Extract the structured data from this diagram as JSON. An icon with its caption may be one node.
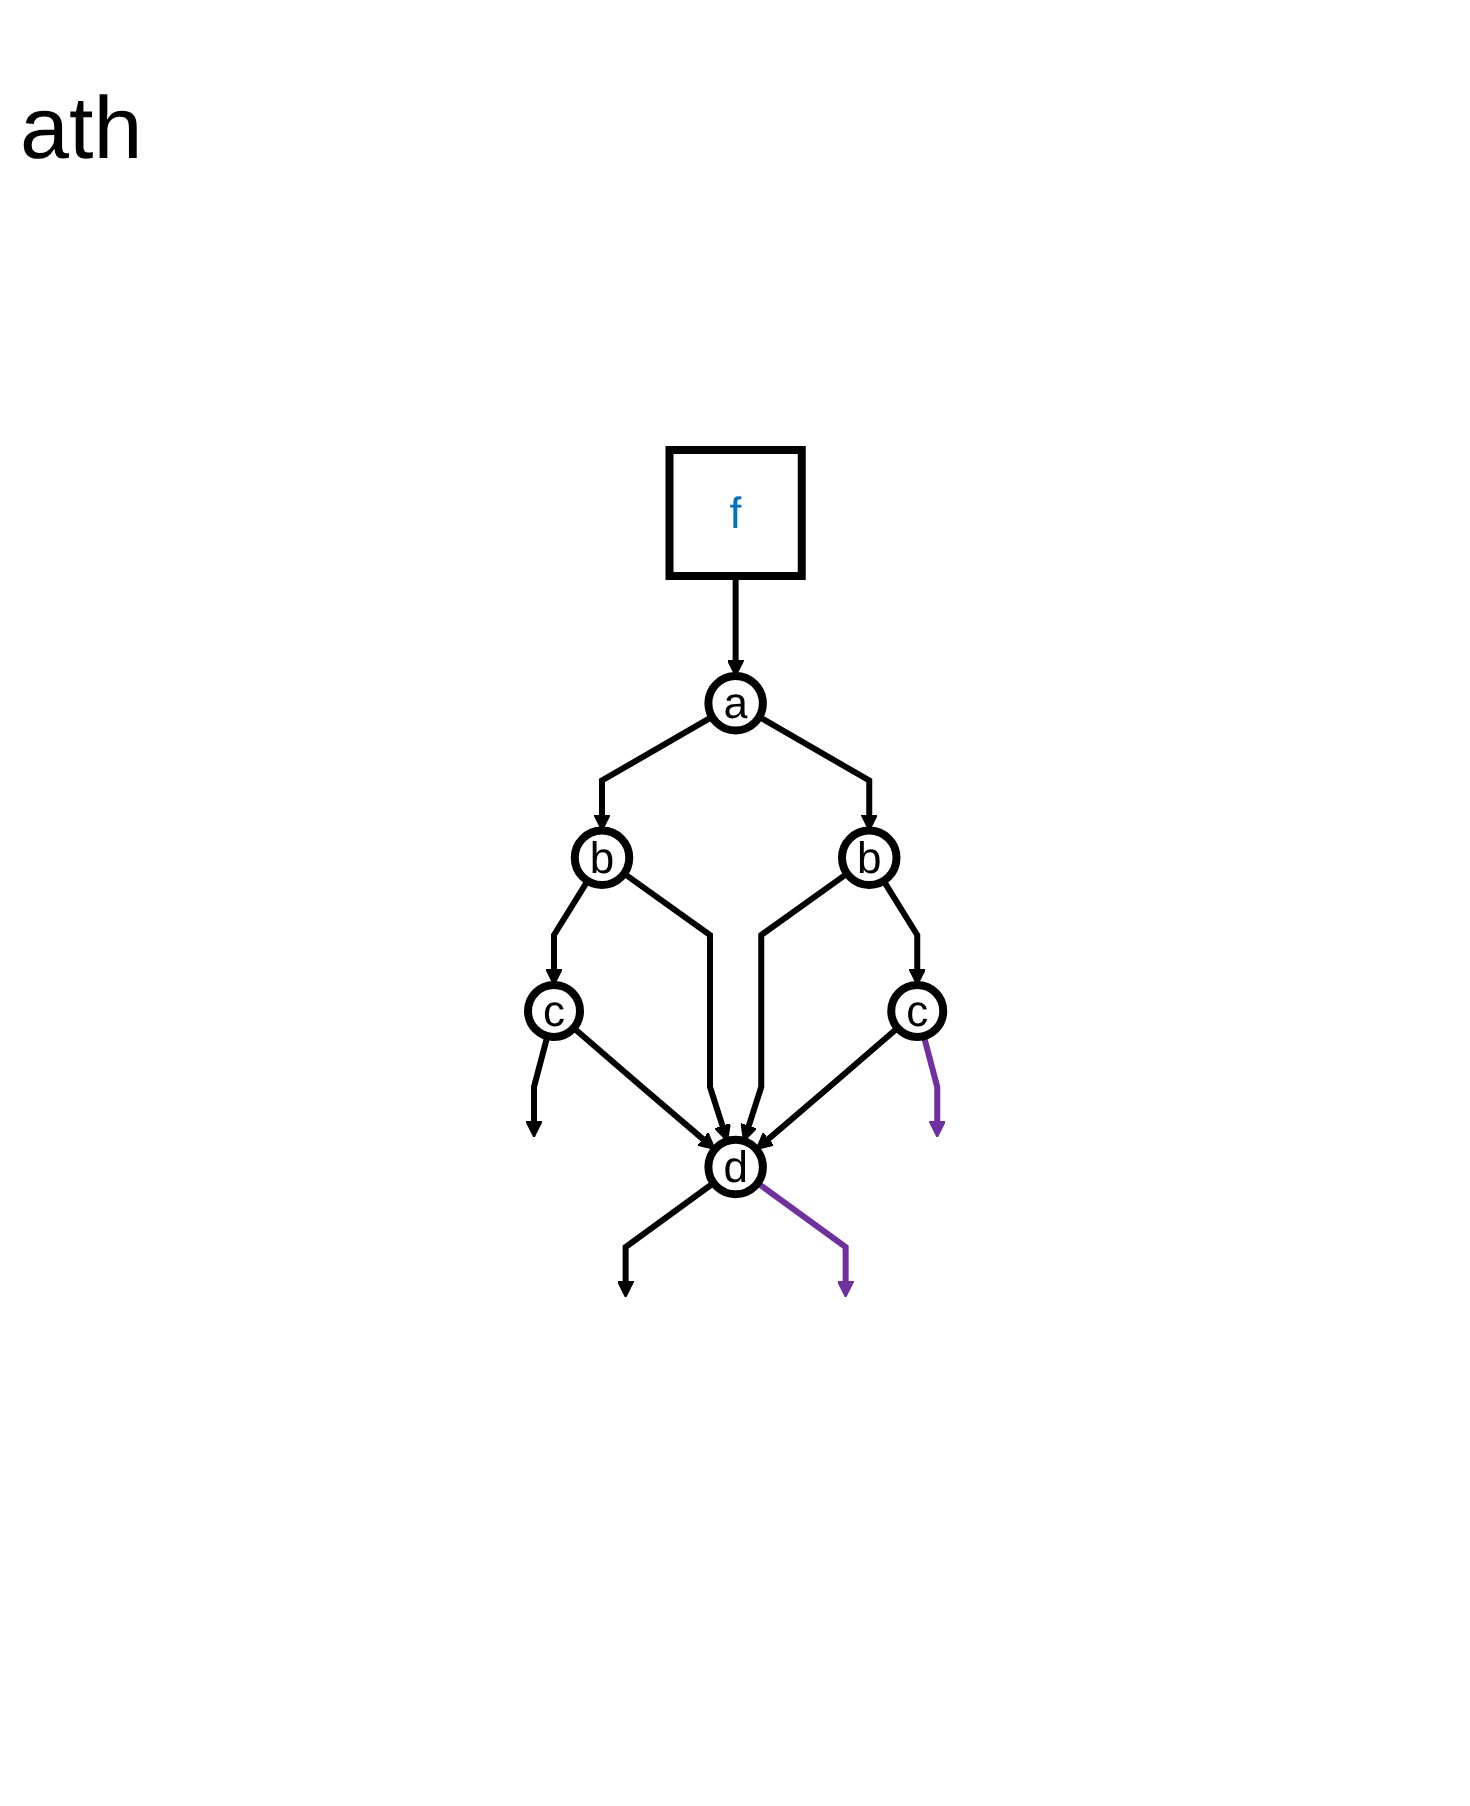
{
  "diagram": {
    "nodes": [
      {
        "text": [
          "f"
        ]
      },
      {
        "text": [
          "a"
        ]
      },
      {
        "text": [
          "b"
        ]
      },
      {
        "text": [
          "b"
        ]
      },
      {
        "text": [
          "c"
        ]
      },
      {
        "text": [
          "c"
        ]
      },
      {
        "text": [
          "d"
        ]
      }
    ],
    "edges": [
      {
        "from": 0,
        "to": 1,
        "arrow": "to"
      },
      {
        "from": 1,
        "to": 2,
        "arrow": "to"
      },
      {
        "from": 1,
        "to": 3,
        "arrow": "to"
      },
      {
        "from": 2,
        "to": 4,
        "arrow": "to"
      },
      {
        "from": 2,
        "to": 6,
        "arrow": "to"
      },
      {
        "from": 3,
        "to": 6,
        "arrow": "to"
      },
      {
        "from": 3,
        "to": 5,
        "arrow": "to"
      },
      {
        "from": 4,
        "to": null,
        "arrow": "to"
      },
      {
        "from": 4,
        "to": 6,
        "arrow": "to"
      },
      {
        "from": 5,
        "to": 6,
        "arrow": "to"
      },
      {
        "from": 5,
        "to": null,
        "arrow": "to",
        "color": "#7030a0"
      },
      {
        "from": 6,
        "to": null,
        "arrow": "to"
      },
      {
        "from": 6,
        "to": null,
        "arrow": "to",
        "color": "#7030a0"
      }
    ],
    "labels": [
      "ath"
    ]
  }
}
